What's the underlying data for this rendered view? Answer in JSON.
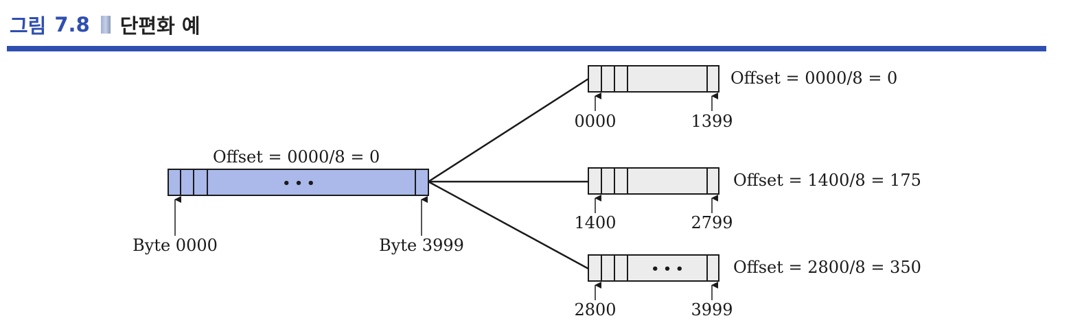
{
  "header": {
    "figure_word": "그림",
    "figure_number": "7.8",
    "title": "단편화 예",
    "accent_color": "#2f4fb0"
  },
  "original_datagram": {
    "offset_label": "Offset = 0000/8 = 0",
    "ellipsis": "• • •",
    "start_label": "Byte 0000",
    "end_label": "Byte 3999",
    "fill_color": "#aab8ea"
  },
  "fragments": [
    {
      "offset_label": "Offset = 0000/8 = 0",
      "start": "0000",
      "end": "1399",
      "ellipsis": ""
    },
    {
      "offset_label": "Offset = 1400/8 = 175",
      "start": "1400",
      "end": "2799",
      "ellipsis": ""
    },
    {
      "offset_label": "Offset = 2800/8 = 350",
      "start": "2800",
      "end": "3999",
      "ellipsis": "• • •"
    }
  ],
  "fragment_fill_color": "#ececec"
}
